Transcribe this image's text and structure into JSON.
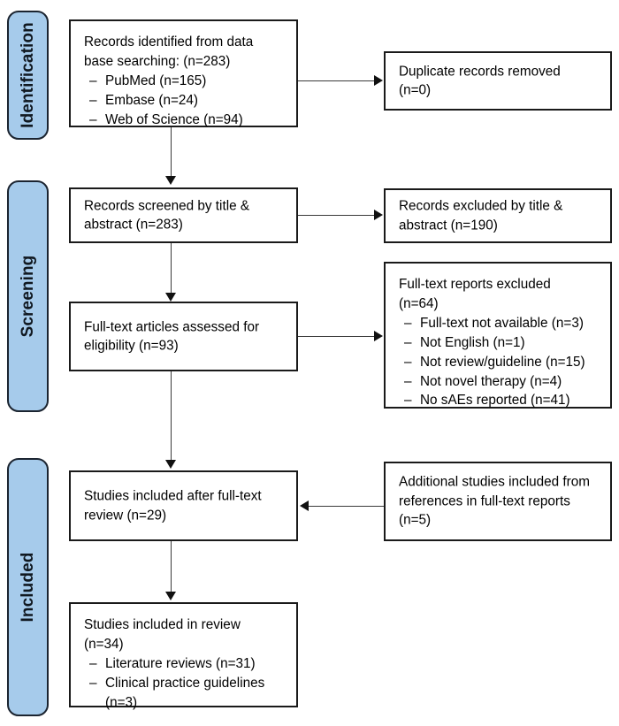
{
  "diagram": {
    "type": "prisma-flow-diagram",
    "accent_color": "#a6cbeb",
    "border_color": "#1a1a1a",
    "stages": [
      {
        "id": "identification",
        "label": "Identification"
      },
      {
        "id": "screening",
        "label": "Screening"
      },
      {
        "id": "included",
        "label": "Included"
      }
    ],
    "boxes": {
      "records_identified": {
        "lines": [
          "Records identified from data",
          "base searching: (n=283)"
        ],
        "items": [
          "PubMed (n=165)",
          "Embase (n=24)",
          "Web of Science (n=94)"
        ]
      },
      "duplicates_removed": {
        "lines": [
          "Duplicate records removed",
          "(n=0)"
        ],
        "items": []
      },
      "records_screened": {
        "lines": [
          "Records screened by title &",
          "abstract (n=283)"
        ],
        "items": []
      },
      "records_excluded": {
        "lines": [
          "Records excluded by title &",
          "abstract (n=190)"
        ],
        "items": []
      },
      "fulltext_assessed": {
        "lines": [
          "Full-text articles assessed for",
          "eligibility (n=93)"
        ],
        "items": []
      },
      "fulltext_excluded": {
        "lines": [
          "Full-text reports excluded",
          "(n=64)"
        ],
        "items": [
          "Full-text not available (n=3)",
          "Not English (n=1)",
          "Not review/guideline (n=15)",
          "Not novel therapy (n=4)",
          "No sAEs reported (n=41)"
        ]
      },
      "studies_after_fulltext": {
        "lines": [
          "Studies included after full-text",
          "review (n=29)"
        ],
        "items": []
      },
      "additional_studies": {
        "lines": [
          "Additional studies included from",
          "references in full-text reports",
          "(n=5)"
        ],
        "items": []
      },
      "studies_in_review": {
        "lines": [
          "Studies included in review",
          "(n=34)"
        ],
        "items": [
          "Literature reviews (n=31)",
          "Clinical practice guidelines"
        ],
        "items_continuation": [
          "(n=3)"
        ]
      }
    },
    "dash_glyph": "–"
  }
}
